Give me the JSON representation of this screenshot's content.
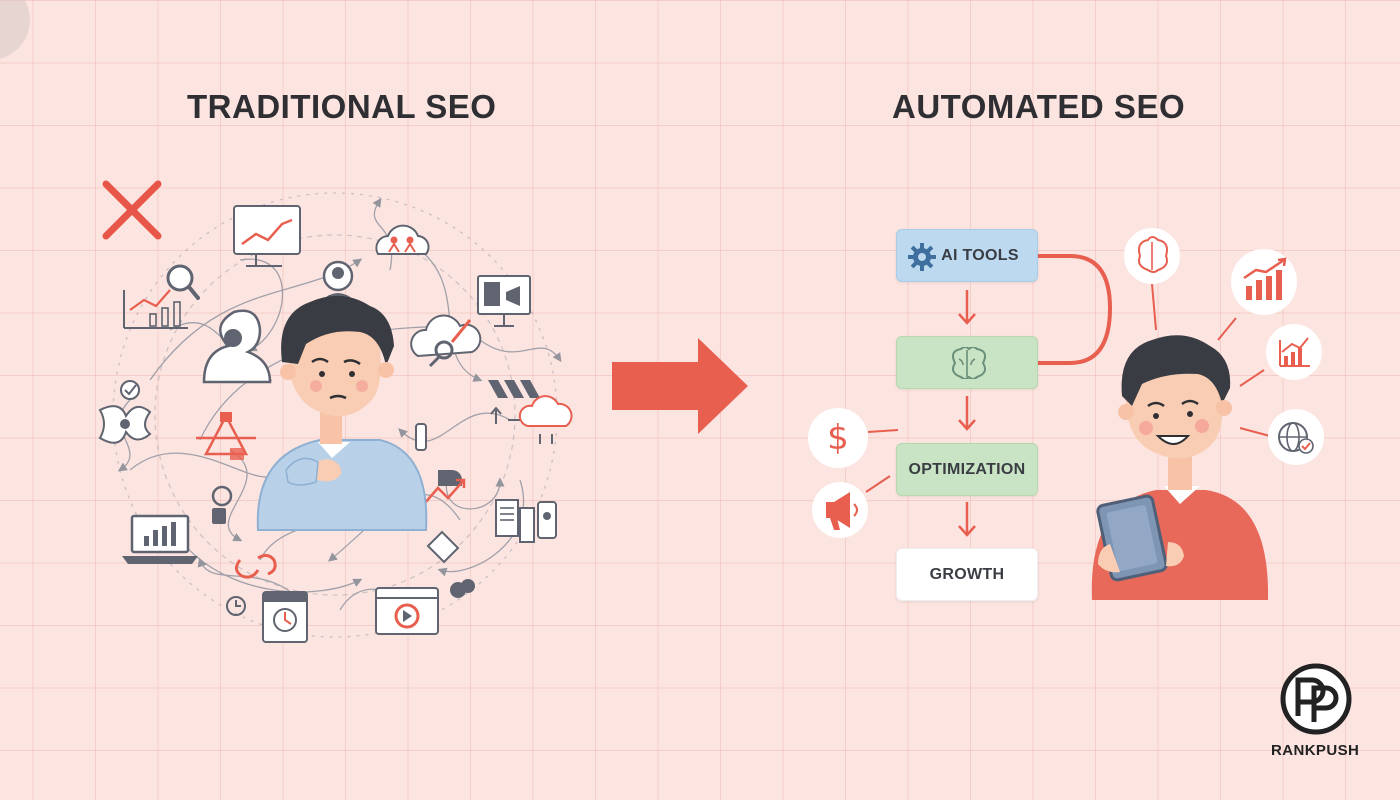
{
  "left_panel": {
    "title": "TRADITIONAL SEO"
  },
  "right_panel": {
    "title": "AUTOMATED SEO",
    "flow": {
      "ai_tools_label": "AI TOOLS",
      "optimization_label": "OPTIMIZATION",
      "growth_label": "GROWTH"
    },
    "dollar_symbol": "$"
  },
  "logo": {
    "name": "RANKPUSH"
  },
  "colors": {
    "background": "#fce5e1",
    "accent_red": "#e85f50",
    "blue_box": "#bcd9ef",
    "green_box": "#c9e4c4",
    "icon_gray": "#5f6470",
    "shirt_blue": "#b9d1e8",
    "sweater_red": "#e8685a"
  },
  "icons": [
    "x-mark-icon",
    "line-chart-icon",
    "magnifier-chart-icon",
    "cloud-people-icon",
    "presentation-icon",
    "user-icon",
    "cloud-gear-icon",
    "lightbulb-icon",
    "shield-icon",
    "bar-chart-icon",
    "laptop-chart-icon",
    "calendar-icon",
    "video-player-icon",
    "arrow-right-icon",
    "gear-icon",
    "brain-icon",
    "dollar-icon",
    "megaphone-icon",
    "growth-chart-icon",
    "globe-check-icon",
    "tablet-icon",
    "rankpush-logo-icon"
  ]
}
